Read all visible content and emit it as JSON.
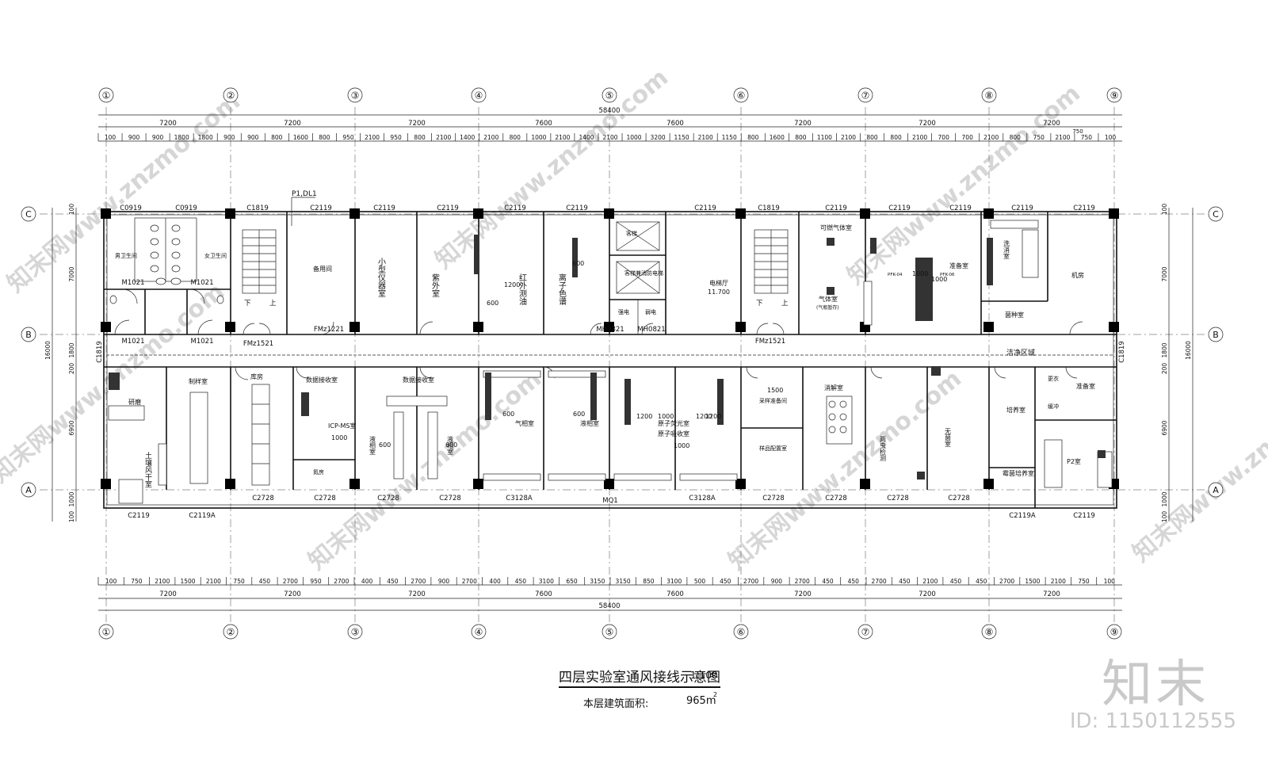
{
  "drawing": {
    "title": "四层实验室通风接线示意图",
    "scale": "1:100",
    "area_label": "本层建筑面积:",
    "area_value": "965m",
    "area_unit_sup": "2",
    "annotation_top": "P1,DL1"
  },
  "branding": {
    "mark": "知末",
    "image_id": "ID: 1150112555",
    "watermark": "知末网www.znzmo.com"
  },
  "axes_x": [
    "①",
    "②",
    "③",
    "④",
    "⑤",
    "⑥",
    "⑦",
    "⑧",
    "⑨"
  ],
  "axes_y": [
    "C",
    "B",
    "A"
  ],
  "dims": {
    "total": "58400",
    "top_bays": [
      "7200",
      "7200",
      "7200",
      "7600",
      "7600",
      "7200",
      "7200",
      "7200"
    ],
    "bottom_bays": [
      "7200",
      "7200",
      "7200",
      "7600",
      "7600",
      "7200",
      "7200",
      "7200"
    ],
    "top_detail": [
      "100",
      "900",
      "900",
      "1800",
      "1800",
      "900",
      "900",
      "800",
      "1600",
      "800",
      "950",
      "2100",
      "950",
      "800",
      "2100",
      "1400",
      "2100",
      "800",
      "1000",
      "2100",
      "1400",
      "2100",
      "1000",
      "3200",
      "1150",
      "2100",
      "1150",
      "800",
      "1600",
      "800",
      "1100",
      "2100",
      "800",
      "800",
      "2100",
      "700",
      "700",
      "2100",
      "800",
      "750",
      "2100",
      "750",
      "100"
    ],
    "top_extra": "750",
    "bottom_detail": [
      "100",
      "750",
      "2100",
      "1500",
      "2100",
      "750",
      "450",
      "2700",
      "950",
      "2700",
      "400",
      "450",
      "2700",
      "900",
      "2700",
      "400",
      "450",
      "3100",
      "650",
      "3150",
      "3150",
      "850",
      "3100",
      "500",
      "450",
      "2700",
      "900",
      "2700",
      "450",
      "450",
      "2700",
      "450",
      "2100",
      "450",
      "450",
      "2700",
      "1500",
      "2100",
      "750",
      "100"
    ],
    "left": [
      "100",
      "1000",
      "6900",
      "200",
      "1800",
      "7000",
      "100"
    ],
    "left_total": "16000",
    "right": [
      "100",
      "1000",
      "6900",
      "200",
      "1800",
      "7000",
      "100"
    ],
    "right_total": "16000"
  },
  "windows_top": [
    "C0919",
    "C0919",
    "C1819",
    "C2119",
    "C2119",
    "C2119",
    "C2119",
    "C2119",
    "C2119",
    "C1819",
    "C2119",
    "C2119",
    "C2119",
    "C2119",
    "C2119"
  ],
  "windows_bottom": [
    "C2119",
    "C2119A",
    "C2728",
    "C2728",
    "C2728",
    "C2728",
    "C3128A",
    "MQ1",
    "C3128A",
    "C2728",
    "C2728",
    "C2728",
    "C2728",
    "C2119A",
    "C2119"
  ],
  "side_windows": {
    "left": "C1819",
    "right": "C1819"
  },
  "doors": [
    "M1021",
    "M1021",
    "M1021",
    "M1021",
    "FMz1521",
    "FMz1221",
    "MH0821",
    "MH0821",
    "FMz1521"
  ],
  "rooms_north": {
    "wc_m": "男卫生间",
    "wc_f": "女卫生间",
    "stair_down": "下",
    "stair_up": "上",
    "spare": "备用间",
    "small_instr": "小型仪器室",
    "uv": "紫外室",
    "ir": "红外测油",
    "gc": "离子色谱",
    "elevator": "客梯",
    "fire_elevator": "客梯兼消防电梯",
    "shaft_strong": "强电",
    "shaft_weak": "弱电",
    "lobby": "电梯厅",
    "lobby_elev": "11.700",
    "flammable_gas": "可燃气体室",
    "gas": "气体室",
    "gas_note": "(气瓶暂存)",
    "prep": "准备室",
    "wash": "洗消室",
    "machine": "机房",
    "fungus": "菌种室",
    "clean_zone": "洁净区域"
  },
  "rooms_south": {
    "grind": "研磨",
    "soil_dry": "土壤风干室",
    "sample_prep": "制样室",
    "storage": "库房",
    "data1": "数据接收室",
    "icpms": "ICP-MS室",
    "gas_room": "氮房",
    "data2": "数据接收室",
    "liquid1": "液相室",
    "liquid2": "液相室",
    "gas_chrom": "气相室",
    "liquid_chrom": "液相室",
    "atomic_fluor": "原子荧光室",
    "atomic_abs": "原子吸收室",
    "sample_proc": "采样准备间",
    "sample_store": "样品配置室",
    "digest": "消解室",
    "microbe": "两虫检测",
    "sterile": "无菌室",
    "culture": "培养室",
    "mold_culture": "霉菌培养室",
    "p2": "P2室",
    "prep2": "准备室",
    "buffer": "缓冲",
    "changing": "更衣"
  },
  "duct_sizes": [
    "1200",
    "600",
    "1000",
    "1000",
    "1500",
    "600",
    "600",
    "600",
    "600",
    "600",
    "1200",
    "1000",
    "1200",
    "1200",
    "1000",
    "1000"
  ],
  "vent_labels": [
    "PFK-04",
    "PFK-06"
  ]
}
